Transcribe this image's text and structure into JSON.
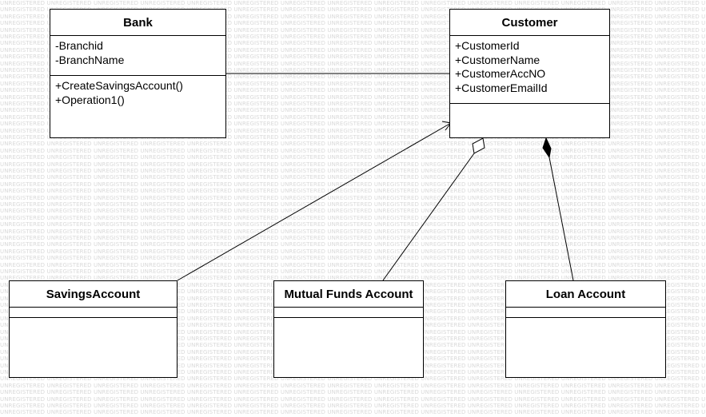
{
  "diagram": {
    "watermark_text": "UNREGISTERED",
    "colors": {
      "stroke": "#000000",
      "background": "#ffffff",
      "watermark": "#d9d9d9"
    },
    "classes": {
      "bank": {
        "name": "Bank",
        "attributes": [
          "-Branchid",
          "-BranchName"
        ],
        "operations": [
          "+CreateSavingsAccount()",
          "+Operation1()"
        ]
      },
      "customer": {
        "name": "Customer",
        "attributes": [
          "+CustomerId",
          "+CustomerName",
          "+CustomerAccNO",
          "+CustomerEmailId"
        ],
        "operations": []
      },
      "savings": {
        "name": "SavingsAccount",
        "attributes": [],
        "operations": []
      },
      "mutual": {
        "name": "Mutual Funds Account",
        "attributes": [],
        "operations": []
      },
      "loan": {
        "name": "Loan Account",
        "attributes": [],
        "operations": []
      }
    },
    "relationships": [
      {
        "from": "Bank",
        "to": "Customer",
        "type": "association"
      },
      {
        "from": "SavingsAccount",
        "to": "Customer",
        "type": "directed-association"
      },
      {
        "from": "Mutual Funds Account",
        "to": "Customer",
        "type": "aggregation"
      },
      {
        "from": "Loan Account",
        "to": "Customer",
        "type": "composition"
      }
    ]
  }
}
